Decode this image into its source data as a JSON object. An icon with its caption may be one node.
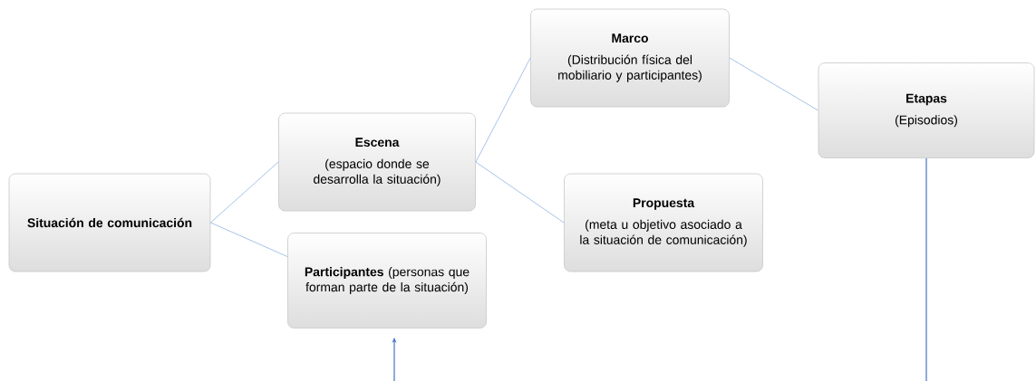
{
  "diagram": {
    "nodes": [
      {
        "text": [
          "Situación de comunicación"
        ]
      },
      {
        "text": [
          "Escena",
          "(espacio donde se desarrolla la situación)"
        ]
      },
      {
        "text": [
          "**Participantes** (personas que forman parte de la situación)"
        ]
      },
      {
        "text": [
          "Marco",
          "(Distribución física del mobiliario y participantes)"
        ]
      },
      {
        "text": [
          "Propuesta",
          "(meta u objetivo asociado a la situación de comunicación)"
        ]
      },
      {
        "text": [
          "Etapas",
          "(Episodios)"
        ]
      }
    ],
    "edges": [
      {
        "from": 0,
        "to": 1,
        "arrow": "none"
      },
      {
        "from": 0,
        "to": 2,
        "arrow": "none"
      },
      {
        "from": 1,
        "to": 3,
        "arrow": "none"
      },
      {
        "from": 1,
        "to": 4,
        "arrow": "none"
      },
      {
        "from": 3,
        "to": 5,
        "arrow": "none"
      },
      {
        "from": null,
        "to": 2,
        "arrow": "to",
        "color": "#4472c4"
      },
      {
        "from": 5,
        "to": null,
        "arrow": "none",
        "color": "#4472c4"
      }
    ]
  }
}
